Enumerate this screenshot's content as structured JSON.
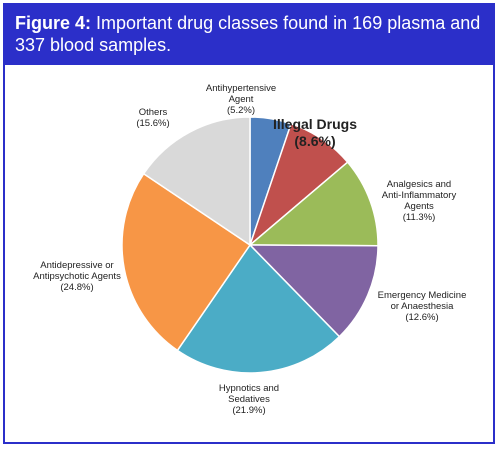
{
  "figure": {
    "label": "Figure 4:",
    "title": "Important drug classes found in 169 plasma and 337 blood samples."
  },
  "colors": {
    "frame": "#2b2fc9",
    "header_text": "#ffffff"
  },
  "chart_data": {
    "type": "pie",
    "title": "",
    "start_angle": "12 o'clock, clockwise",
    "slices": [
      {
        "label": "Antihypertensive Agent",
        "lines": [
          "Antihypertensive",
          "Agent"
        ],
        "percent_text": "(5.2%)",
        "value": 5.2,
        "color": "#4f80bd",
        "emphasis": false
      },
      {
        "label": "Illegal Drugs",
        "lines": [
          "Illegal Drugs"
        ],
        "percent_text": "(8.6%)",
        "value": 8.6,
        "color": "#c0504d",
        "emphasis": true
      },
      {
        "label": "Analgesics and Anti-Inflammatory Agents",
        "lines": [
          "Analgesics and",
          "Anti-Inflammatory",
          "Agents"
        ],
        "percent_text": "(11.3%)",
        "value": 11.3,
        "color": "#9bbb59",
        "emphasis": false
      },
      {
        "label": "Emergency Medicine or Anaesthesia",
        "lines": [
          "Emergency Medicine",
          "or Anaesthesia"
        ],
        "percent_text": "(12.6%)",
        "value": 12.6,
        "color": "#8064a2",
        "emphasis": false
      },
      {
        "label": "Hypnotics and Sedatives",
        "lines": [
          "Hypnotics and",
          "Sedatives"
        ],
        "percent_text": "(21.9%)",
        "value": 21.9,
        "color": "#4bacc6",
        "emphasis": false
      },
      {
        "label": "Antidepressive or Antipsychotic Agents",
        "lines": [
          "Antidepressive or",
          "Antipsychotic Agents"
        ],
        "percent_text": "(24.8%)",
        "value": 24.8,
        "color": "#f79646",
        "emphasis": false
      },
      {
        "label": "Others",
        "lines": [
          "Others"
        ],
        "percent_text": "(15.6%)",
        "value": 15.6,
        "color": "#d9d9d9",
        "emphasis": false
      }
    ]
  }
}
